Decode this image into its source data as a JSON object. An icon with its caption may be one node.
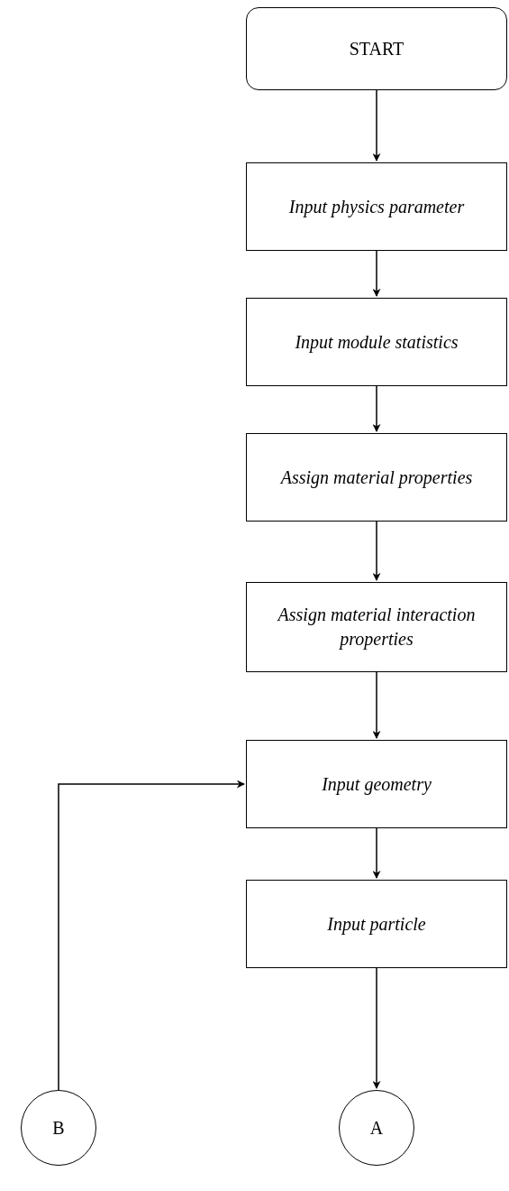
{
  "diagram": {
    "nodes": [
      {
        "text": [
          "START"
        ]
      },
      {
        "text": [
          "Input physics parameter"
        ]
      },
      {
        "text": [
          "Input module statistics"
        ]
      },
      {
        "text": [
          "Assign material properties"
        ]
      },
      {
        "text": [
          "Assign material interaction properties"
        ]
      },
      {
        "text": [
          "Input geometry"
        ]
      },
      {
        "text": [
          "Input particle"
        ]
      },
      {
        "text": [
          "B"
        ]
      },
      {
        "text": [
          "A"
        ]
      }
    ],
    "edges": [
      {
        "from": 0,
        "to": 1,
        "arrow": "to"
      },
      {
        "from": 1,
        "to": 2,
        "arrow": "to"
      },
      {
        "from": 2,
        "to": 3,
        "arrow": "to"
      },
      {
        "from": 3,
        "to": 4,
        "arrow": "to"
      },
      {
        "from": 4,
        "to": 5,
        "arrow": "to"
      },
      {
        "from": 5,
        "to": 6,
        "arrow": "to"
      },
      {
        "from": 6,
        "to": 8,
        "arrow": "to"
      },
      {
        "from": 7,
        "to": 5,
        "arrow": "to"
      }
    ]
  }
}
